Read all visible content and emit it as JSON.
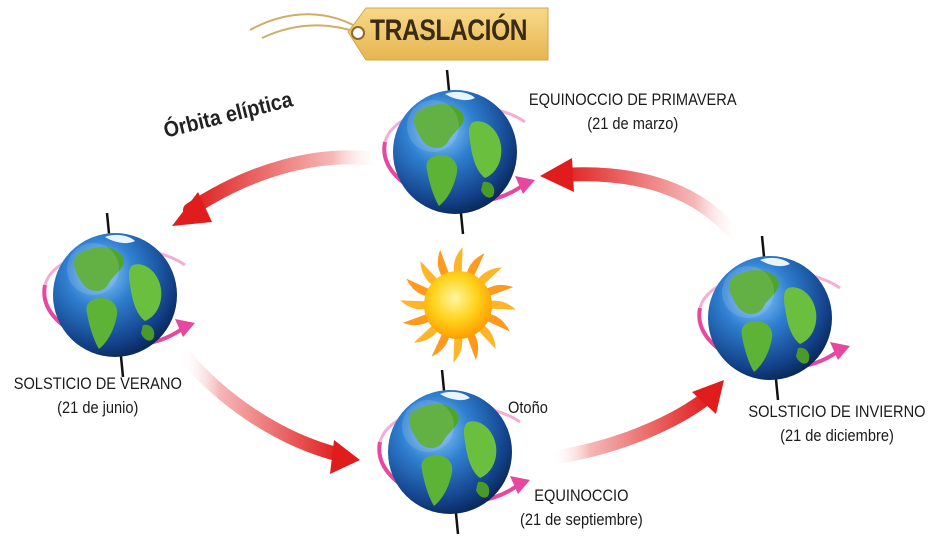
{
  "title": "TRASLACIÓN",
  "orbit_label": "Órbita elíptica",
  "positions": {
    "spring": {
      "name": "EQUINOCCIO DE PRIMAVERA",
      "date": "(21 de marzo)"
    },
    "summer": {
      "name": "SOLSTICIO DE VERANO",
      "date": "(21 de junio)"
    },
    "autumn": {
      "name": "EQUINOCCIO",
      "date": "(21 de septiembre)",
      "season": "Otoño"
    },
    "winter": {
      "name": "SOLSTICIO DE INVIERNO",
      "date": "(21 de diciembre)"
    }
  },
  "icons": {
    "sun": "sun-icon",
    "earth": "earth-globe-icon",
    "tag": "price-tag-icon",
    "arrow": "orbit-arrow-icon"
  },
  "colors": {
    "tag": "#f0c96e",
    "arrow": "#e32424",
    "orbit_ring": "#e0409a",
    "ocean": "#1f66b8",
    "land": "#58a832",
    "sun_core": "#ffdb1f",
    "sun_rays": "#ff8a1a"
  }
}
